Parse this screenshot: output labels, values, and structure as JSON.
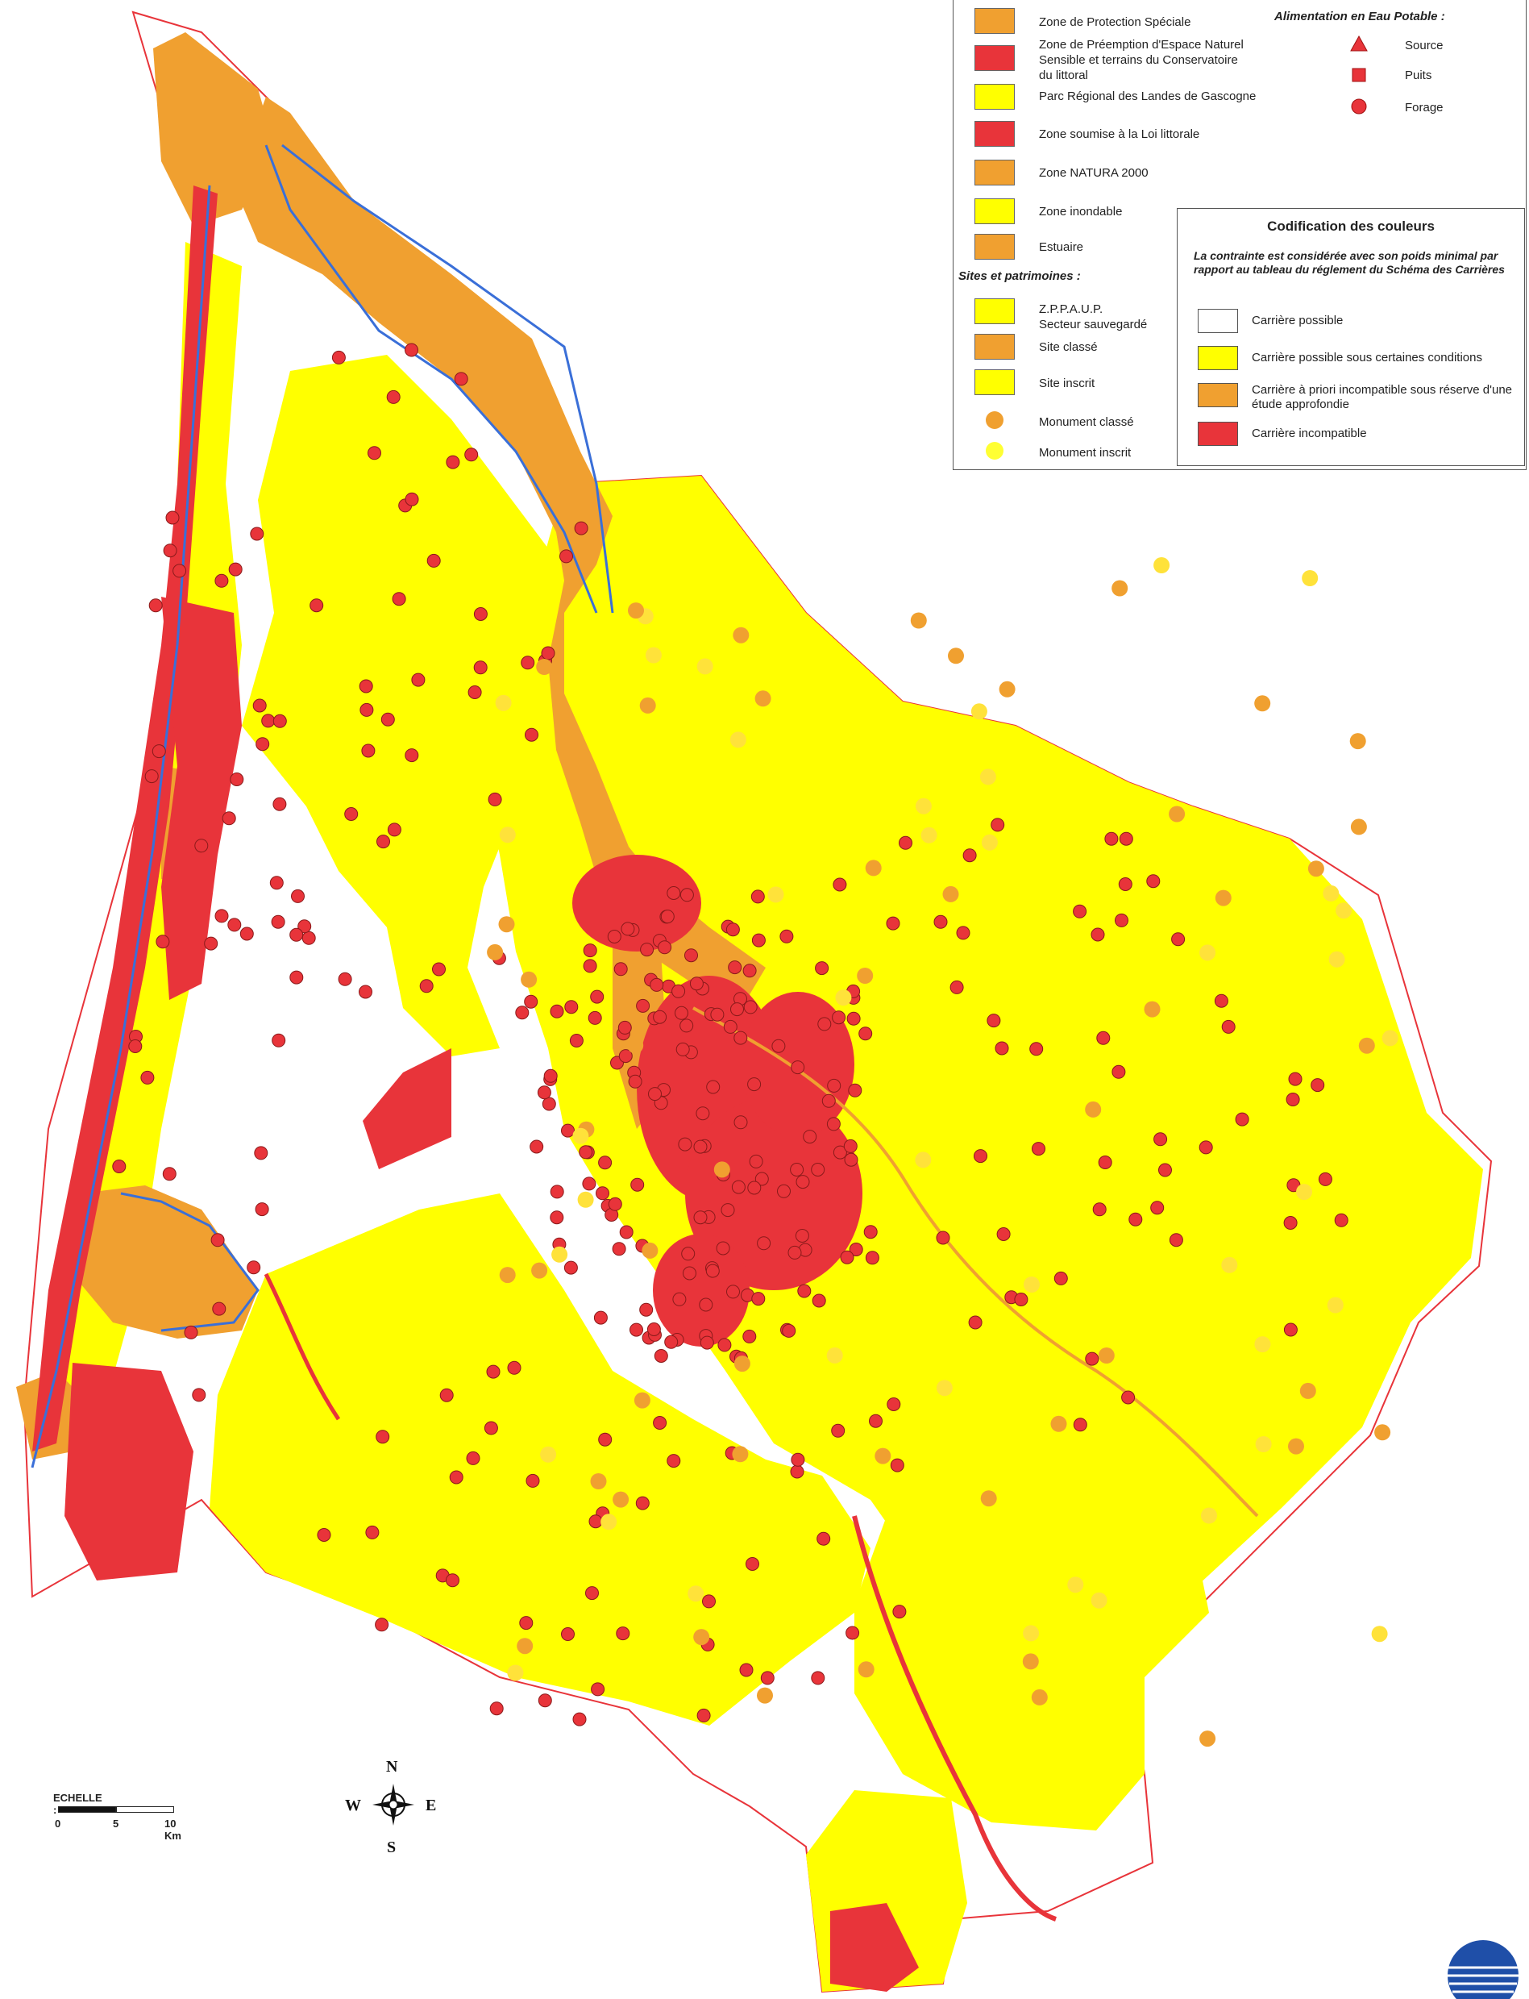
{
  "legend": {
    "zones": [
      {
        "label": "Zone de Protection Spéciale",
        "color": "#f0a030"
      },
      {
        "label": "Zone de Préemption d'Espace Naturel\nSensible et terrains du Conservatoire\ndu littoral",
        "color": "#e8343a"
      },
      {
        "label": "Parc Régional des Landes de Gascogne",
        "color": "#ffff00"
      },
      {
        "label": "Zone soumise à la Loi littorale",
        "color": "#e8343a"
      },
      {
        "label": "Zone NATURA 2000",
        "color": "#f0a030"
      },
      {
        "label": "Zone inondable",
        "color": "#ffff00"
      },
      {
        "label": "Estuaire",
        "color": "#f0a030"
      }
    ],
    "sites_header": "Sites et patrimoines :",
    "sites": [
      {
        "label": "Z.P.P.A.U.P.\nSecteur sauvegardé",
        "color": "#ffff00"
      },
      {
        "label": "Site classé",
        "color": "#f0a030"
      },
      {
        "label": "Site inscrit",
        "color": "#ffff00"
      }
    ],
    "monuments": [
      {
        "label": "Monument classé",
        "color": "#f0a030"
      },
      {
        "label": "Monument inscrit",
        "color": "#ffff33"
      }
    ],
    "water_header": "Alimentation en Eau Potable :",
    "water": [
      {
        "label": "Source",
        "icon": "triangle-icon",
        "color": "#e8343a"
      },
      {
        "label": "Puits",
        "icon": "square-icon",
        "color": "#e8343a"
      },
      {
        "label": "Forage",
        "icon": "circle-icon",
        "color": "#e8343a"
      }
    ]
  },
  "codification": {
    "title": "Codification des couleurs",
    "note": "La contrainte est considérée avec son poids minimal par rapport au tableau du réglement du Schéma des Carrières",
    "items": [
      {
        "label": "Carrière possible",
        "color": "#ffffff"
      },
      {
        "label": "Carrière possible sous certaines conditions",
        "color": "#ffff00"
      },
      {
        "label": "Carrière à priori incompatible sous réserve d'une étude approfondie",
        "color": "#f0a030"
      },
      {
        "label": "Carrière incompatible",
        "color": "#e8343a"
      }
    ]
  },
  "scale": {
    "title": "ECHELLE :",
    "ticks": [
      "0",
      "5",
      "10 Km"
    ]
  },
  "compass": {
    "n": "N",
    "s": "S",
    "e": "E",
    "w": "W",
    "icon": "compass-rose-icon"
  },
  "colors": {
    "red": "#e8343a",
    "orange": "#f0a030",
    "yellow": "#ffff00",
    "boundary": "#e8343a",
    "river": "#3a6fd8"
  }
}
